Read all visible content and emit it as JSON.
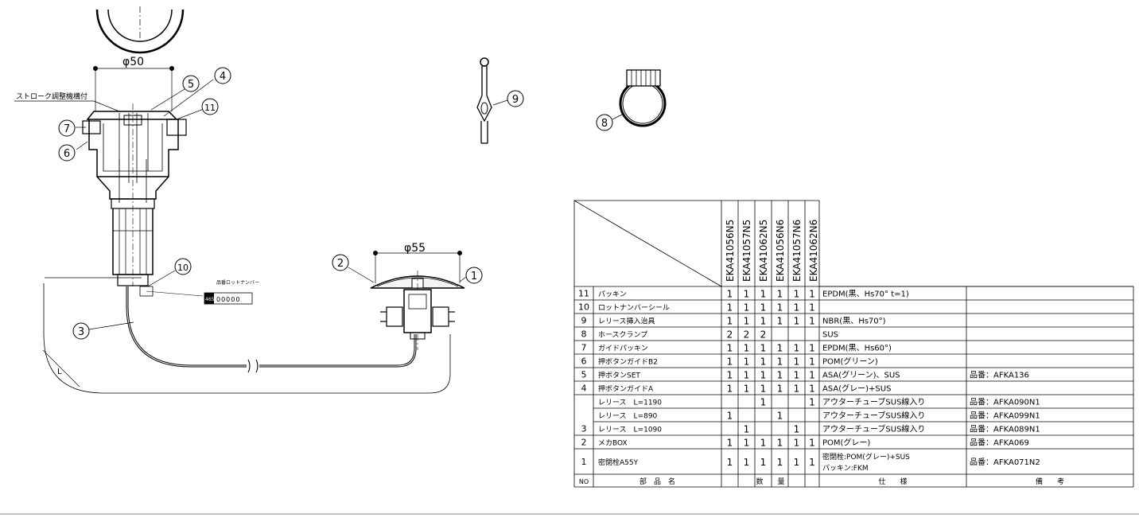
{
  "drawing": {
    "dim_left": "φ50",
    "dim_right": "φ55",
    "stroke_note": "ストローク調整機構付",
    "length_label": "L",
    "lot_header_1": "品番",
    "lot_header_2": "ロットナンバー",
    "lot_prefix": "4656",
    "lot_value": "00000",
    "callouts": [
      "1",
      "2",
      "3",
      "4",
      "5",
      "6",
      "7",
      "8",
      "9",
      "10",
      "11"
    ]
  },
  "table": {
    "models": [
      "EKA41056N5",
      "EKA41057N5",
      "EKA41062N5",
      "EKA41056N6",
      "EKA41057N6",
      "EKA41062N6"
    ],
    "footer": {
      "no": "NO",
      "name": "部　品　名",
      "qty": "数　　量",
      "spec": "仕　　様",
      "remarks": "備　　考"
    },
    "rows": [
      {
        "no": "11",
        "name": "パッキン",
        "q": [
          "1",
          "1",
          "1",
          "1",
          "1",
          "1"
        ],
        "spec": "EPDM(黒、Hs70°  t=1)",
        "remark": ""
      },
      {
        "no": "10",
        "name": "ロットナンバーシール",
        "q": [
          "1",
          "1",
          "1",
          "1",
          "1",
          "1"
        ],
        "spec": "",
        "remark": ""
      },
      {
        "no": "9",
        "name": "レリース挿入治具",
        "q": [
          "1",
          "1",
          "1",
          "1",
          "1",
          "1"
        ],
        "spec": "NBR(黒、Hs70°)",
        "remark": ""
      },
      {
        "no": "8",
        "name": "ホースクランプ",
        "q": [
          "2",
          "2",
          "2",
          "",
          "",
          ""
        ],
        "spec": "SUS",
        "remark": ""
      },
      {
        "no": "7",
        "name": "ガイドパッキン",
        "q": [
          "1",
          "1",
          "1",
          "1",
          "1",
          "1"
        ],
        "spec": "EPDM(黒、Hs60°)",
        "remark": ""
      },
      {
        "no": "6",
        "name": "押ボタンガイドB2",
        "q": [
          "1",
          "1",
          "1",
          "1",
          "1",
          "1"
        ],
        "spec": "POM(グリーン)",
        "remark": ""
      },
      {
        "no": "5",
        "name": "押ボタンSET",
        "q": [
          "1",
          "1",
          "1",
          "1",
          "1",
          "1"
        ],
        "spec": "ASA(グリーン)、SUS",
        "remark": "品番：AFKA136"
      },
      {
        "no": "4",
        "name": "押ボタンガイドA",
        "q": [
          "1",
          "1",
          "1",
          "1",
          "1",
          "1"
        ],
        "spec": "ASA(グレー)+SUS",
        "remark": ""
      },
      {
        "no": "",
        "name": "レリース　L=1190",
        "q": [
          "",
          "",
          "1",
          "",
          "",
          "1"
        ],
        "spec": "アウターチューブSUS線入り",
        "remark": "品番：AFKA090N1"
      },
      {
        "no": "",
        "name": "レリース　L=890",
        "q": [
          "1",
          "",
          "",
          "1",
          "",
          ""
        ],
        "spec": "アウターチューブSUS線入り",
        "remark": "品番：AFKA099N1"
      },
      {
        "no": "3",
        "name": "レリース　L=1090",
        "q": [
          "",
          "1",
          "",
          "",
          "1",
          ""
        ],
        "spec": "アウターチューブSUS線入り",
        "remark": "品番：AFKA089N1"
      },
      {
        "no": "2",
        "name": "メカBOX",
        "q": [
          "1",
          "1",
          "1",
          "1",
          "1",
          "1"
        ],
        "spec": "POM(グレー)",
        "remark": "品番：AFKA069"
      },
      {
        "no": "1",
        "name": "密閉栓A55Y",
        "q": [
          "1",
          "1",
          "1",
          "1",
          "1",
          "1"
        ],
        "spec": "密閉栓:POM(グレー)+SUS",
        "spec2": "パッキン:FKM",
        "remark": "品番：AFKA071N2"
      }
    ]
  }
}
